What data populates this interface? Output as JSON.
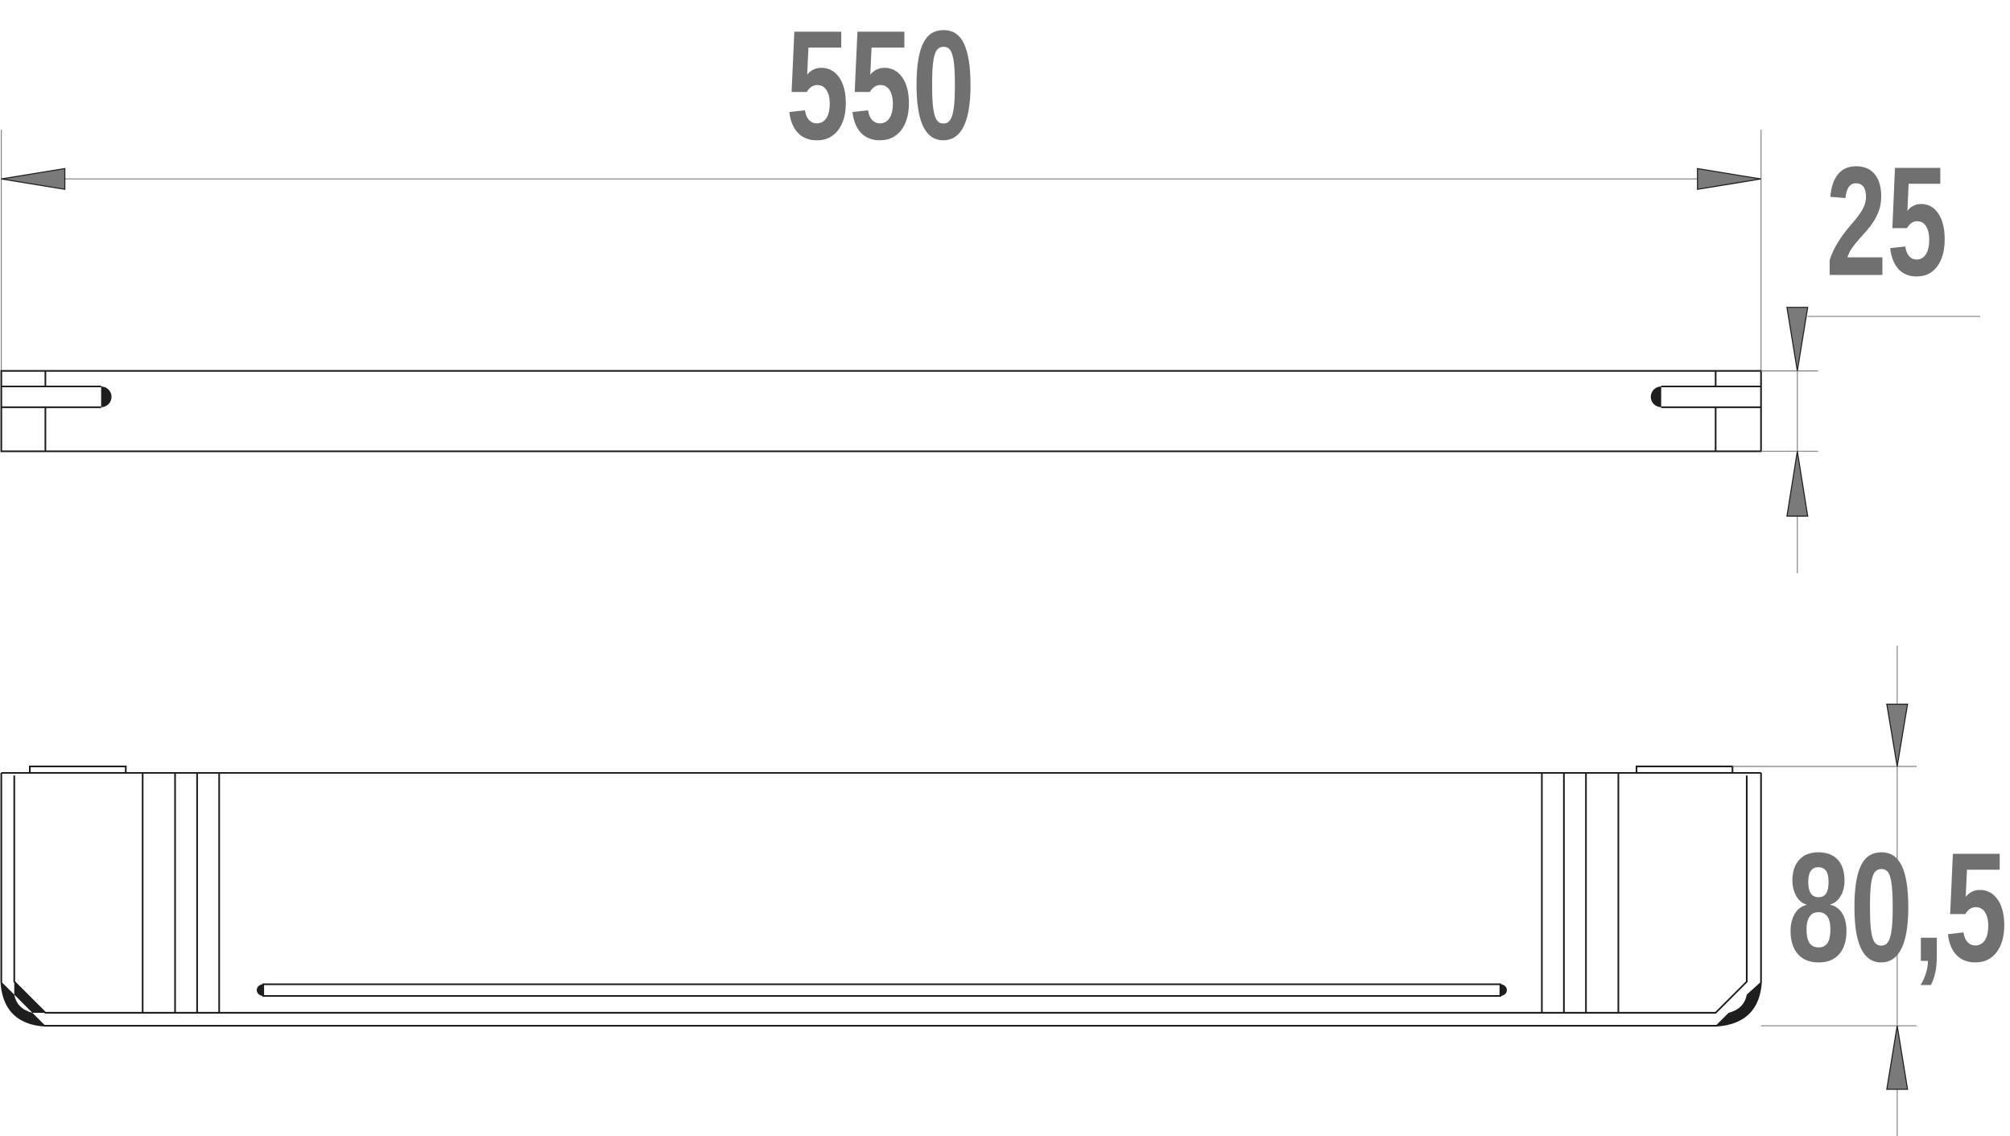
{
  "drawing": {
    "width_dimension": "550",
    "depth_dimension": "25",
    "height_dimension": "80,5",
    "dimension_color": "#707070",
    "line_color": "#1e1e1e"
  }
}
